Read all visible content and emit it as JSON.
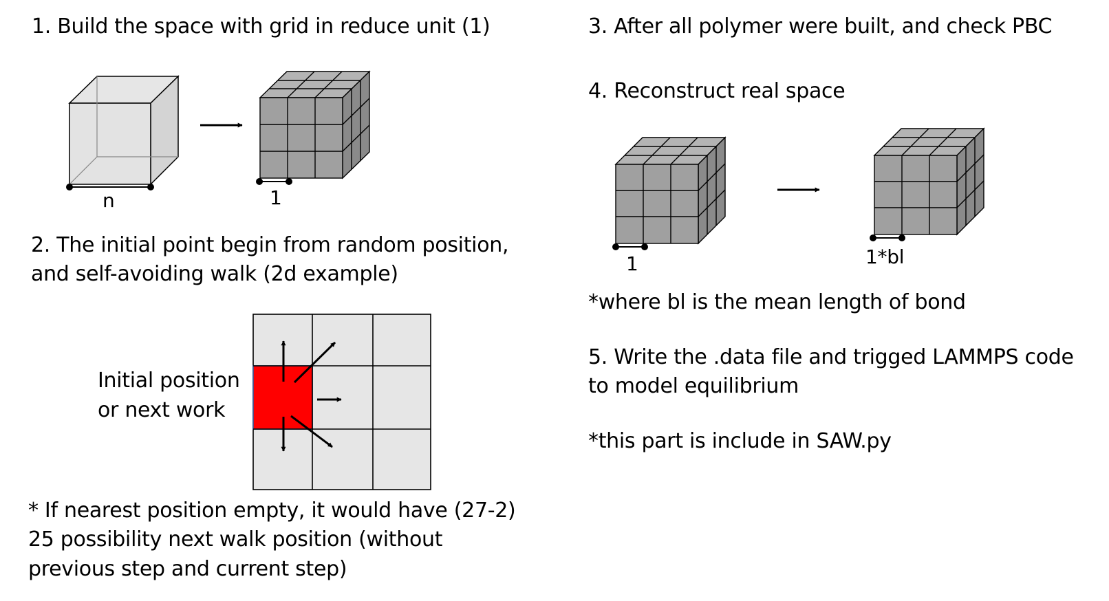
{
  "left": {
    "step1": "1. Build the space with grid in reduce unit (1)",
    "step2_line1": "2. The initial point begin from random position,",
    "step2_line2": "and self-avoiding walk (2d example)",
    "label_n": "n",
    "label_1": "1",
    "walk_label_line1": "Initial position",
    "walk_label_line2": "or next work",
    "note_line1": "* If nearest position empty, it would have (27-2)",
    "note_line2": "25 possibility next walk position (without",
    "note_line3": "previous step and current step)"
  },
  "right": {
    "step3": "3. After all polymer were built, and check PBC",
    "step4": "4. Reconstruct real space",
    "label_1": "1",
    "label_1bl": "1*bl",
    "bl_note": "*where bl is the mean length of bond",
    "step5_line1": "5. Write the .data file and trigged LAMMPS code",
    "step5_line2": "to model equilibrium",
    "saw_note": "*this part is include in SAW.py"
  },
  "colors": {
    "text": "#000000",
    "empty_cube_fill": "#e0e0e0",
    "grid_cube_fill": "#a0a0a0",
    "grid_cell_fill": "#e6e6e6",
    "start_cell_fill": "#ff0000"
  }
}
